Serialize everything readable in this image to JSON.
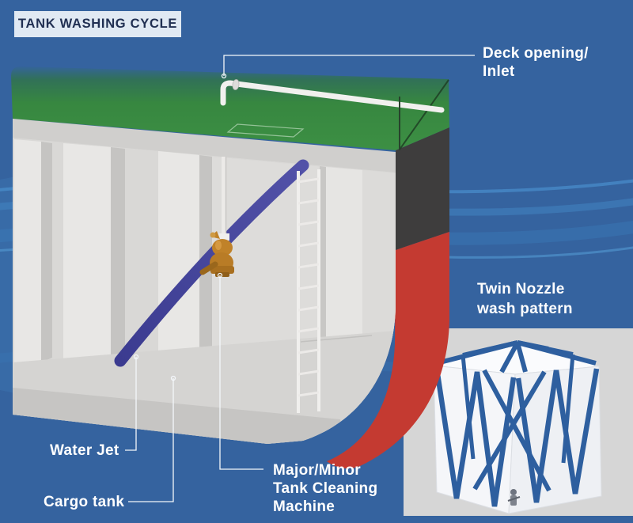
{
  "title": {
    "label": "TANK WASHING CYCLE"
  },
  "labels": {
    "deck_opening": {
      "line1": "Deck opening/",
      "line2": "Inlet"
    },
    "water_jet": {
      "line1": "Water Jet"
    },
    "cargo_tank": {
      "line1": "Cargo tank"
    },
    "cleaning_machine": {
      "line1": "Major/Minor",
      "line2": "Tank Cleaning",
      "line3": "Machine"
    },
    "wash_pattern": {
      "line1": "Twin Nozzle",
      "line2": "wash pattern"
    }
  },
  "colors": {
    "background_blue": "#35639f",
    "wave_blue": "#4f9bd9",
    "deck_green": "#3a8b41",
    "hull_black": "#3e3d3d",
    "hull_red": "#c43a31",
    "tank_gray": "#d5d4d2",
    "water_jet_blue": "#41419a",
    "machine_bronze": "#bf8028",
    "wash_pattern_blue": "#2e5f9f",
    "inset_panel_gray": "#d6d6d6",
    "title_box_bg": "#e0e9f3",
    "title_text": "#202f52",
    "label_text": "#ffffff"
  }
}
